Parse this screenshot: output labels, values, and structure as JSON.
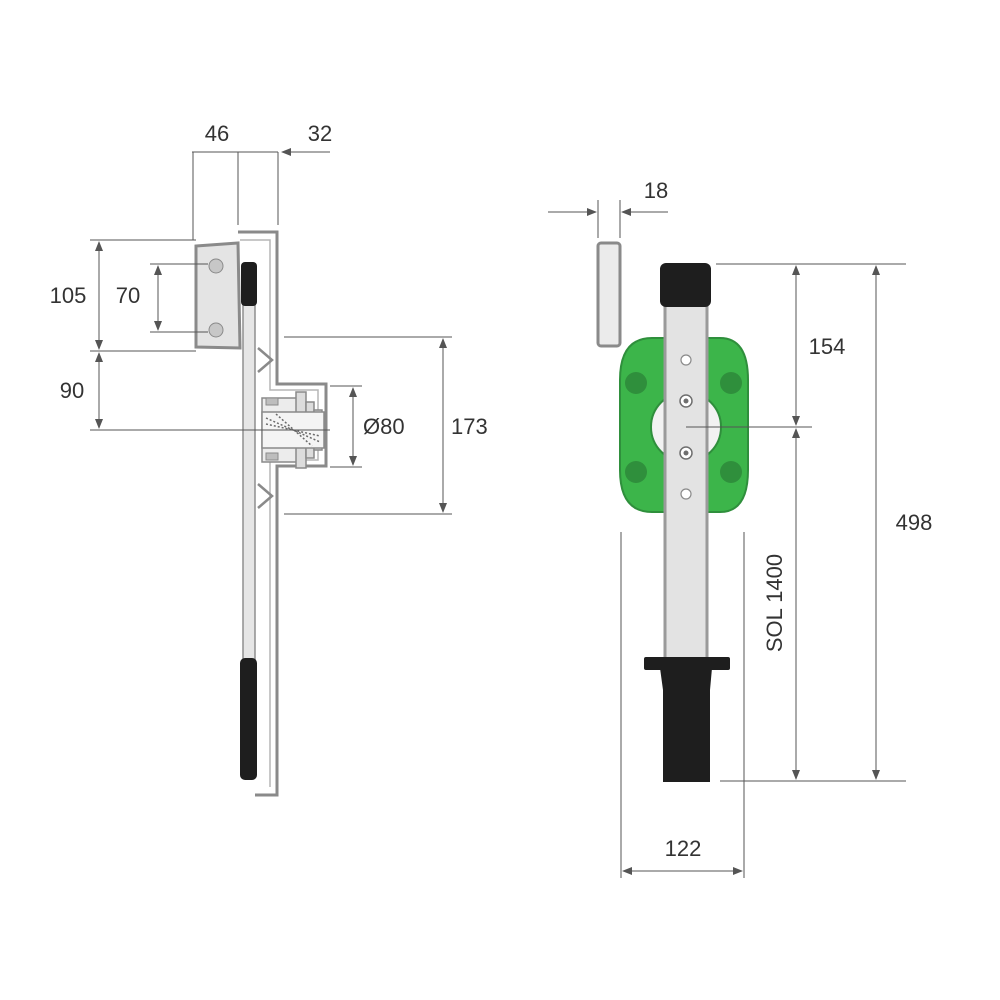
{
  "dimensions": {
    "side_view": {
      "width_left": "46",
      "width_right": "32",
      "height_bracket": "105",
      "hole_spacing": "70",
      "offset_to_axis": "90",
      "diameter": "Ø80",
      "plate_height": "173"
    },
    "front_view": {
      "thickness": "18",
      "top_to_axis": "154",
      "total_length": "498",
      "axis_to_bottom_label": "SOL 1400",
      "base_width": "122"
    }
  },
  "colors": {
    "green": "#3cb54a",
    "green_dark": "#2f8f3c",
    "grip": "#1e1e1e",
    "metal_light": "#e3e3e3",
    "metal_outline": "#7d7d7d",
    "dimension_line": "#555555",
    "text": "#333333"
  }
}
